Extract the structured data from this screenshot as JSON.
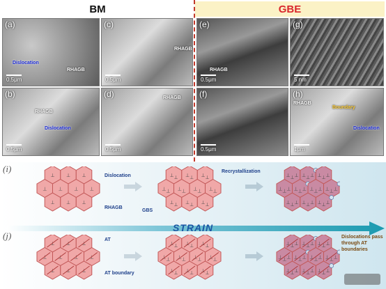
{
  "header": {
    "bm": "BM",
    "gbe": "GBE"
  },
  "panels": {
    "a": {
      "label": "(a)",
      "scale": "0.5μm",
      "notes": [
        "Dislocation",
        "RHAGB"
      ]
    },
    "b": {
      "label": "(b)",
      "scale": "0.5μm",
      "notes": [
        "RHAGB",
        "Dislocation"
      ]
    },
    "c": {
      "label": "(c)",
      "scale": "0.5μm",
      "notes": [
        "RHAGB"
      ]
    },
    "d": {
      "label": "(d)",
      "scale": "0.5μm",
      "notes": [
        "RHAGB"
      ]
    },
    "e": {
      "label": "(e)",
      "scale": "0.5μm",
      "notes": [
        "RHAGB"
      ]
    },
    "f": {
      "label": "(f)",
      "scale": "0.5μm",
      "notes": []
    },
    "g": {
      "label": "(g)",
      "scale": "5 nm",
      "notes": []
    },
    "h": {
      "label": "(h)",
      "scale": "1μm",
      "notes": [
        "RHAGB",
        "Boundary",
        "Dislocation"
      ]
    }
  },
  "schematic": {
    "row_i": "(i)",
    "row_j": "(j)",
    "strain": "STRAIN",
    "labels_i": {
      "dislocation": "Dislocation",
      "rhagb": "RHAGB",
      "gbs": "GBS",
      "recrystallization": "Recrystallization"
    },
    "labels_j": {
      "at": "AT",
      "at_boundary": "AT boundary",
      "note_l1": "Dislocations pass",
      "note_l2": "through AT",
      "note_l3": "boundaries"
    }
  },
  "colors": {
    "gbe_red": "#d9262c",
    "gbe_bg": "#fbf2c6",
    "strain_blue": "#1b56a3",
    "grain_pink": "#f0a8a8",
    "grain_edge": "#c25858"
  }
}
